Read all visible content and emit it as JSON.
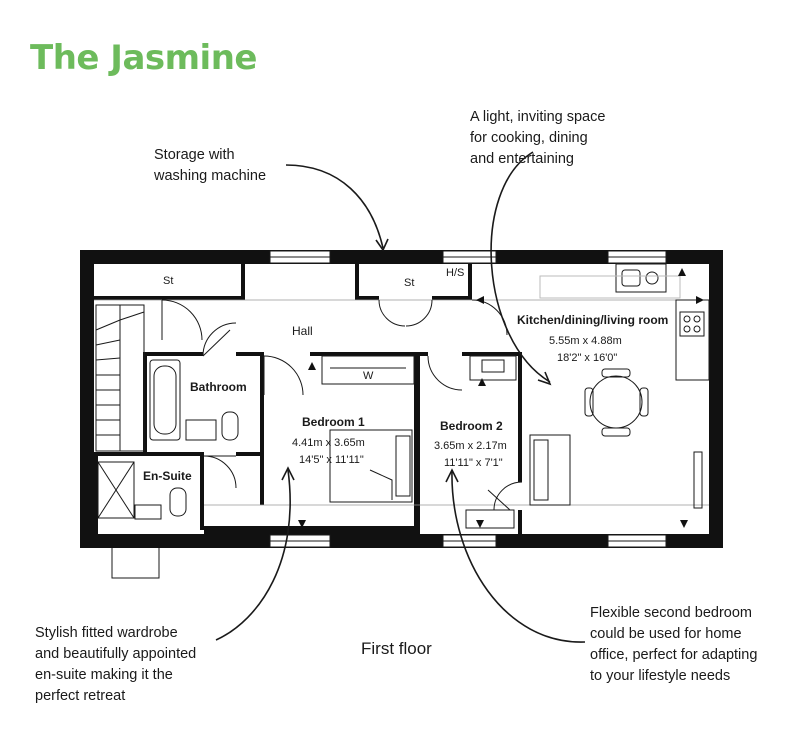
{
  "title": "The Jasmine",
  "colors": {
    "title": "#6dbb5c",
    "wall": "#111111",
    "line": "#1a1a1a"
  },
  "annotations": {
    "storage": "Storage with\nwashing machine",
    "kitchen": "A light, inviting space\nfor cooking, dining\nand entertaining",
    "wardrobe": "Stylish fitted wardrobe\nand beautifully appointed\nen-suite making it the\nperfect retreat",
    "bedroom2": "Flexible second bedroom\ncould be used for home\noffice, perfect for adapting\nto your lifestyle needs"
  },
  "floor_label": "First floor",
  "rooms": {
    "st_left": "St",
    "st_mid": "St",
    "hs": "H/S",
    "hall": "Hall",
    "bathroom": "Bathroom",
    "ensuite": "En-Suite",
    "wardrobe": "W",
    "bedroom1": {
      "name": "Bedroom 1",
      "metric": "4.41m x 3.65m",
      "imperial": "14'5\" x 11'11\""
    },
    "bedroom2": {
      "name": "Bedroom 2",
      "metric": "3.65m x 2.17m",
      "imperial": "11'11\" x 7'1\""
    },
    "kitchen": {
      "name": "Kitchen/dining/living room",
      "metric": "5.55m x 4.88m",
      "imperial": "18'2\" x 16'0\""
    }
  }
}
